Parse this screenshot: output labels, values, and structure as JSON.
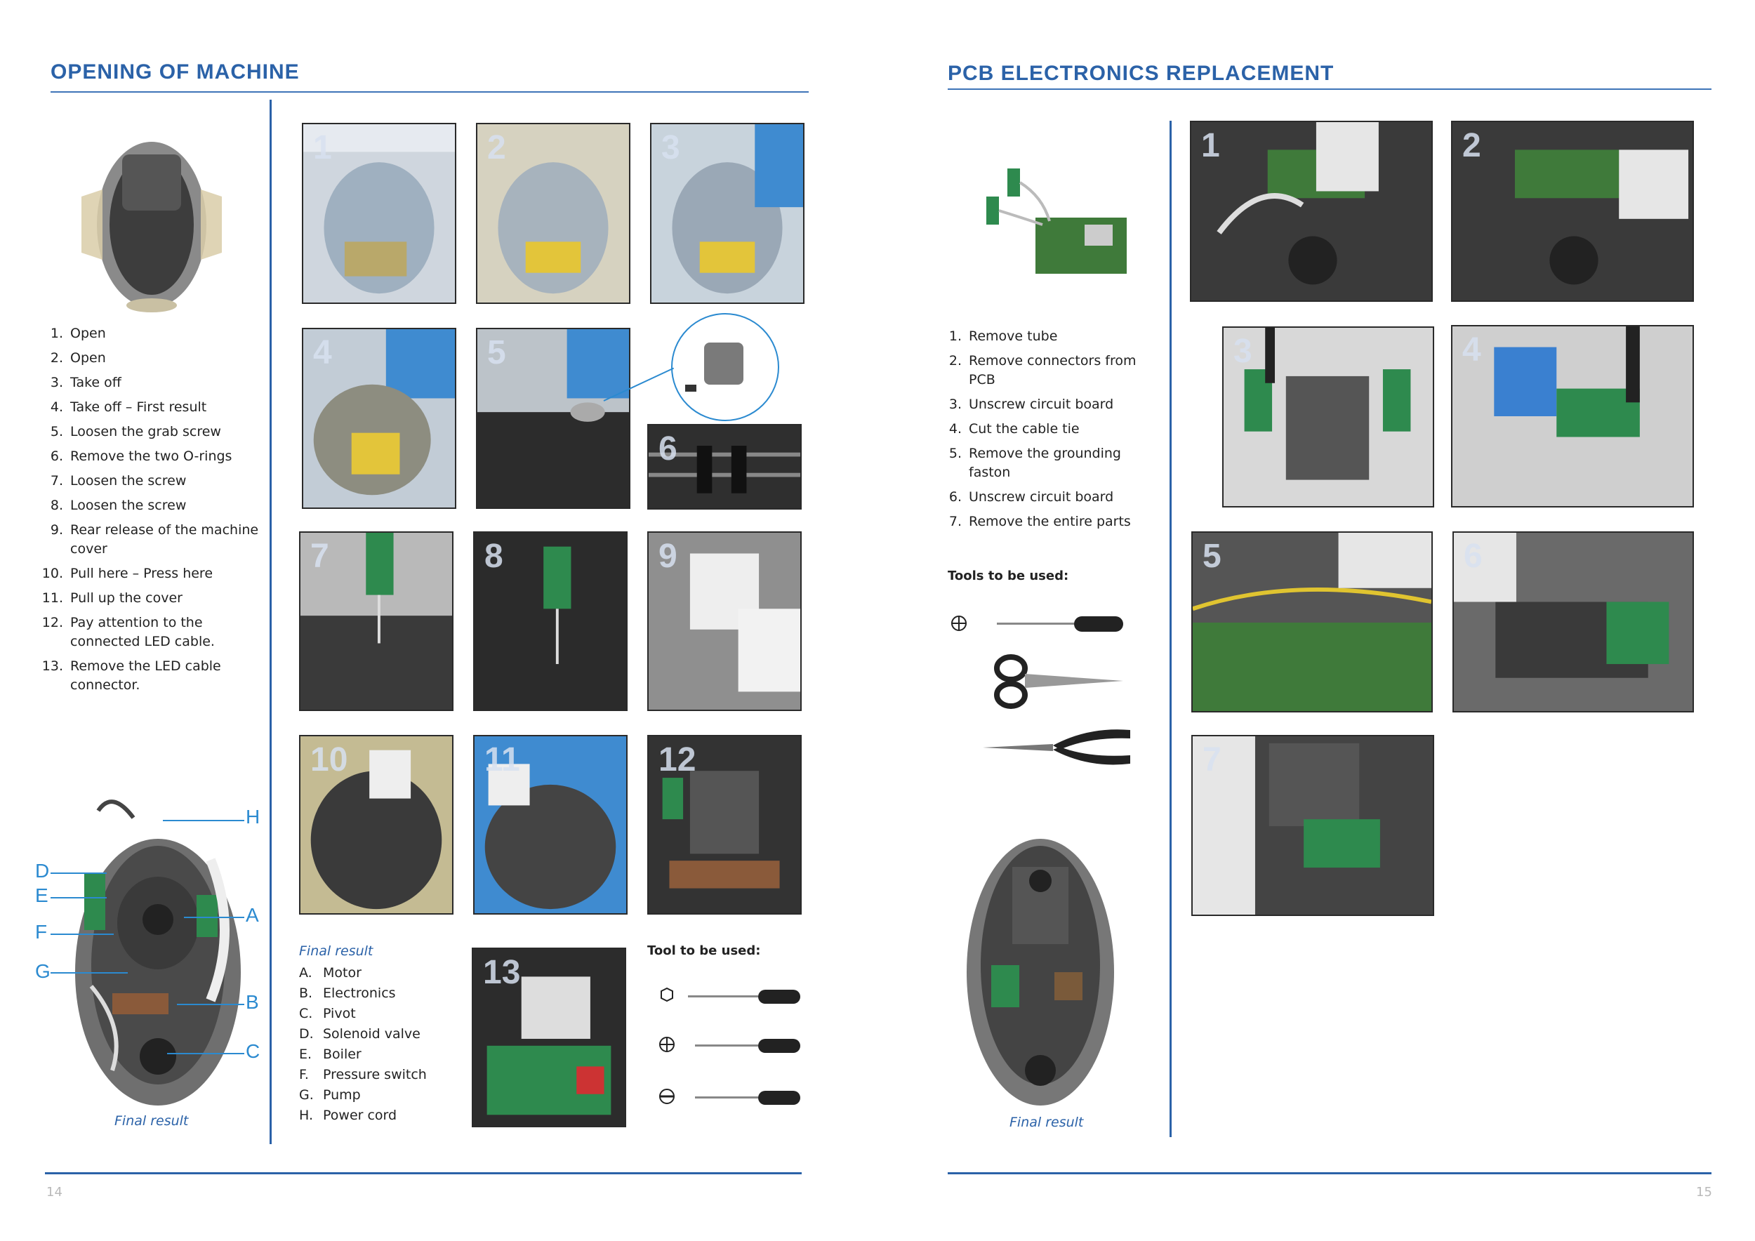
{
  "left": {
    "title": "OPENING OF MACHINE",
    "steps": [
      {
        "n": "1.",
        "t": "Open"
      },
      {
        "n": "2.",
        "t": "Open"
      },
      {
        "n": "3.",
        "t": "Take off"
      },
      {
        "n": "4.",
        "t": "Take off – First result"
      },
      {
        "n": "5.",
        "t": "Loosen the grab screw"
      },
      {
        "n": "6.",
        "t": "Remove the two O-rings"
      },
      {
        "n": "7.",
        "t": "Loosen the screw"
      },
      {
        "n": "8.",
        "t": "Loosen the screw"
      },
      {
        "n": "9.",
        "t": "Rear release of the machine cover"
      },
      {
        "n": "10.",
        "t": "Pull here – Press here"
      },
      {
        "n": "11.",
        "t": "Pull up the cover"
      },
      {
        "n": "12.",
        "t": "Pay attention to the connected LED cable."
      },
      {
        "n": "13.",
        "t": "Remove the LED cable connector."
      }
    ],
    "photo_numbers": [
      "1",
      "2",
      "3",
      "4",
      "5",
      "6",
      "7",
      "8",
      "9",
      "10",
      "11",
      "12",
      "13"
    ],
    "callouts": [
      "H",
      "D",
      "E",
      "F",
      "G",
      "A",
      "B",
      "C"
    ],
    "final_result_caption": "Final result",
    "legend_title": "Final result",
    "legend": [
      {
        "k": "A.",
        "v": "Motor"
      },
      {
        "k": "B.",
        "v": "Electronics"
      },
      {
        "k": "C.",
        "v": "Pivot"
      },
      {
        "k": "D.",
        "v": "Solenoid valve"
      },
      {
        "k": "E.",
        "v": "Boiler"
      },
      {
        "k": "F.",
        "v": "Pressure switch"
      },
      {
        "k": "G.",
        "v": "Pump"
      },
      {
        "k": "H.",
        "v": "Power cord"
      }
    ],
    "tools_heading": "Tool to be used:",
    "tool_icons": [
      "hex-icon",
      "phillips-icon",
      "flathead-icon"
    ],
    "page_number": "14"
  },
  "right": {
    "title": "PCB ELECTRONICS REPLACEMENT",
    "steps": [
      {
        "n": "1.",
        "t": "Remove tube"
      },
      {
        "n": "2.",
        "t": "Remove connectors from PCB"
      },
      {
        "n": "3.",
        "t": "Unscrew circuit board"
      },
      {
        "n": "4.",
        "t": "Cut the cable tie"
      },
      {
        "n": "5.",
        "t": "Remove the grounding faston"
      },
      {
        "n": "6.",
        "t": "Unscrew circuit board"
      },
      {
        "n": "7.",
        "t": "Remove the entire parts"
      }
    ],
    "photo_numbers": [
      "1",
      "2",
      "3",
      "4",
      "5",
      "6",
      "7"
    ],
    "tools_heading": "Tools to be used:",
    "final_result_caption": "Final result",
    "page_number": "15"
  },
  "colors": {
    "accent": "#2b62a8",
    "callout": "#2b8ad0"
  }
}
